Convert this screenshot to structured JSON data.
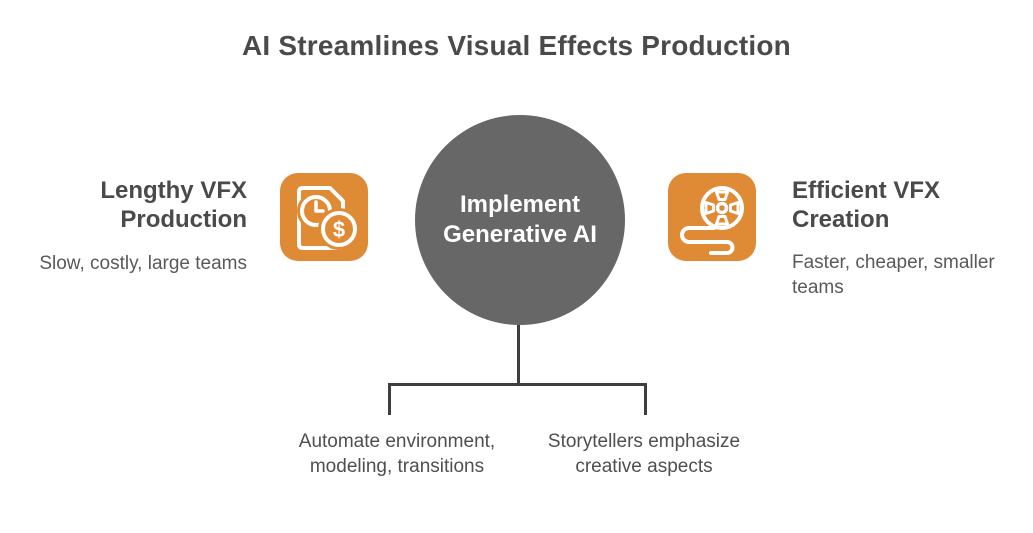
{
  "title": "AI Streamlines Visual Effects Production",
  "center_node": {
    "label": "Implement Generative AI"
  },
  "left_item": {
    "heading": "Lengthy VFX Production",
    "description": "Slow, costly, large teams",
    "icon": "document-clock-dollar-icon"
  },
  "right_item": {
    "heading": "Efficient VFX Creation",
    "description": "Faster, cheaper, smaller teams",
    "icon": "film-reel-icon"
  },
  "outcomes": {
    "left": "Automate environment, modeling, transitions",
    "right": "Storytellers emphasize creative aspects"
  },
  "colors": {
    "accent_orange": "#DF8A35",
    "node_gray": "#676767",
    "heading_text": "#4A4A4A",
    "body_text": "#595959",
    "connector": "#3E3E3E",
    "background": "#FFFFFF"
  }
}
